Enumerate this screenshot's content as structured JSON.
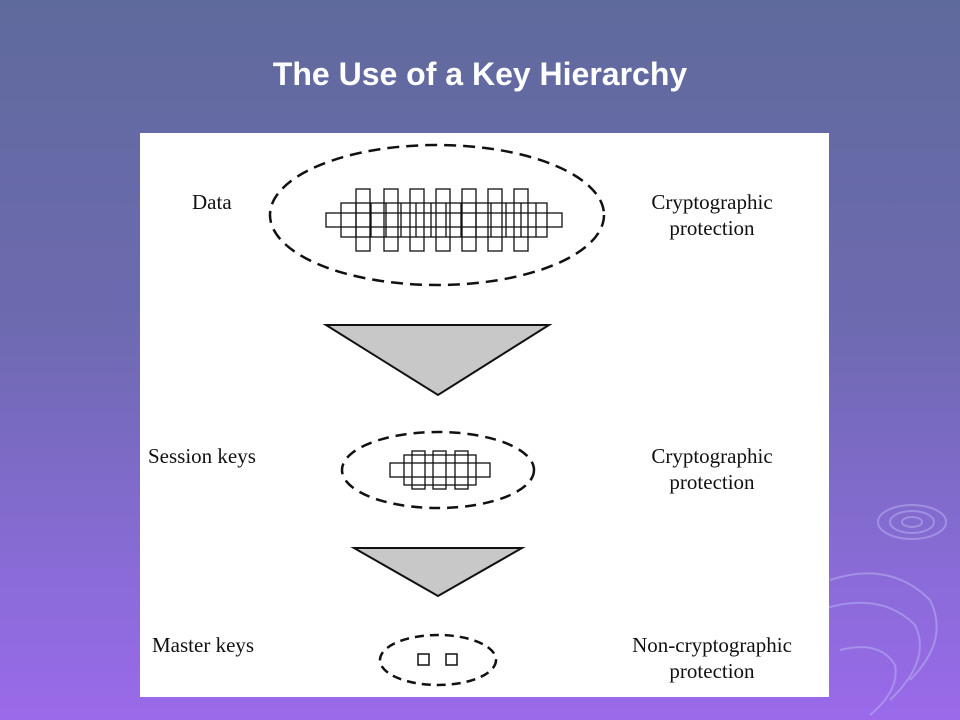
{
  "slide": {
    "title": "The Use of a Key Hierarchy"
  },
  "diagram": {
    "levels": [
      {
        "label": "Data",
        "protection_line1": "Cryptographic",
        "protection_line2": "protection"
      },
      {
        "label": "Session keys",
        "protection_line1": "Cryptographic",
        "protection_line2": "protection"
      },
      {
        "label": "Master keys",
        "protection_line1": "Non-cryptographic",
        "protection_line2": "protection"
      }
    ]
  },
  "colors": {
    "background_top": "#5f6a9c",
    "background_bottom": "#9a6aea",
    "title": "#ffffff",
    "panel": "#ffffff",
    "triangle_fill": "#c8c8c8",
    "stroke": "#111111"
  }
}
